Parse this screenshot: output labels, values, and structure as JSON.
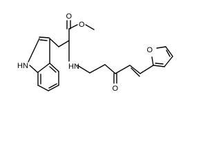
{
  "molecule": {
    "atom_labels": {
      "ester_carbonyl_o": "O",
      "ester_alkoxy_o": "O",
      "amine_nh": "HN",
      "indole_nh": "HN",
      "ketone_o": "O",
      "furan_o": "O"
    }
  },
  "colors": {
    "ink": "#000000",
    "background": "#ffffff"
  }
}
